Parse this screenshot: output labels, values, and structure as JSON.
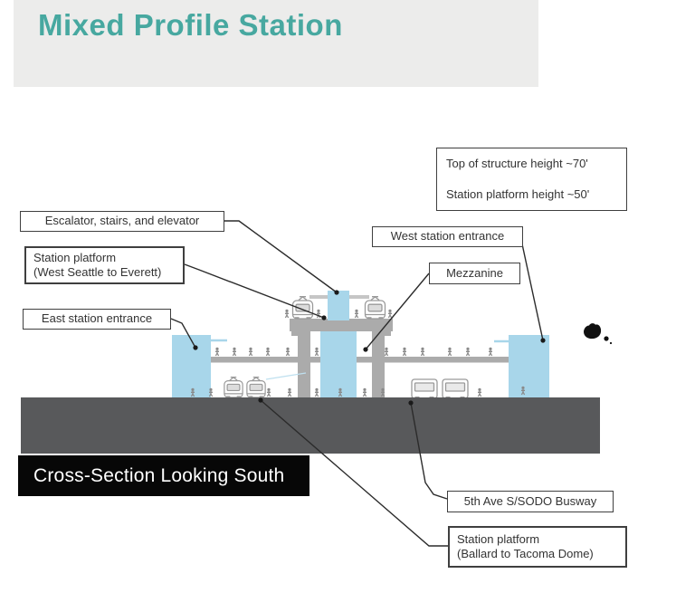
{
  "slide": {
    "title": "Mixed Profile Station",
    "caption": "Cross-Section Looking South"
  },
  "labels": {
    "heights_line1": "Top of structure height ~70'",
    "heights_line2": "Station platform height ~50'",
    "escalator": "Escalator, stairs, and elevator",
    "platform_upper_1": "Station platform",
    "platform_upper_2": "(West Seattle to Everett)",
    "east_entrance": "East station entrance",
    "west_entrance": "West station entrance",
    "mezzanine": "Mezzanine",
    "busway": "5th Ave S/SODO Busway",
    "platform_lower_1": "Station platform",
    "platform_lower_2": "(Ballard to Tacoma Dome)"
  },
  "colors": {
    "title_teal": "#47A8A0",
    "header_band": "#ECECEB",
    "accent_blue": "#A8D6EA",
    "structure_gray": "#ABABAB",
    "ground_gray": "#58595B",
    "caption_bg": "#070707",
    "caption_text": "#FFFFFF",
    "label_border": "#3F3F3F",
    "leader_line": "#2B2B2B"
  }
}
